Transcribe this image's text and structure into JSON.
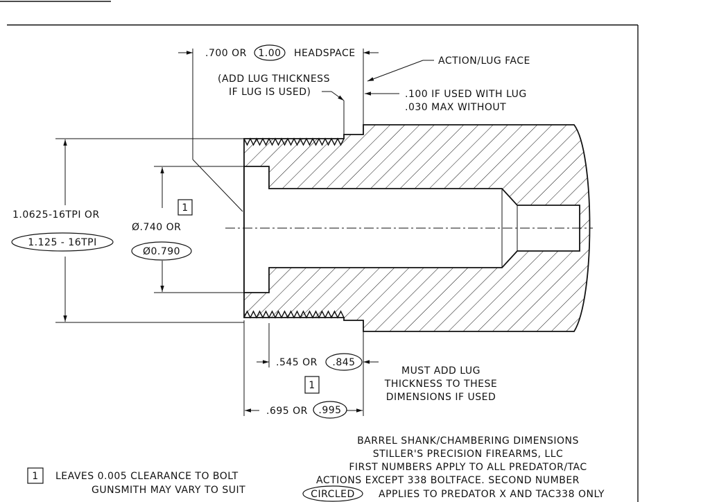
{
  "drawing": {
    "headspace": {
      "first": ".700 OR",
      "second": "1.00",
      "suffix": "HEADSPACE"
    },
    "lug_note": {
      "line1": "(ADD LUG THICKNESS",
      "line2": "IF LUG IS USED)"
    },
    "action_face_label": "ACTION/LUG FACE",
    "lug_gap_note": {
      "line1": ".100 IF USED WITH LUG",
      "line2": ".030 MAX WITHOUT"
    },
    "thread": {
      "first": "1.0625-16TPI OR",
      "second": "1.125 - 16TPI"
    },
    "counterbore": {
      "first": "Ø.740 OR",
      "second": "Ø0.790",
      "flag": "1"
    },
    "length_a": {
      "first": ".545 OR",
      "second": ".845"
    },
    "length_b": {
      "first": ".695 OR",
      "second": ".995"
    },
    "length_flag": "1",
    "lug_add_note": {
      "line1": "MUST ADD LUG",
      "line2": "THICKNESS TO THESE",
      "line3": "DIMENSIONS IF USED"
    },
    "title_block": {
      "line1": "BARREL SHANK/CHAMBERING DIMENSIONS",
      "line2": "STILLER'S PRECISION FIREARMS, LLC",
      "line3": "FIRST NUMBERS APPLY TO ALL PREDATOR/TAC",
      "line4": "ACTIONS EXCEPT 338 BOLTFACE.  SECOND NUMBER",
      "line5_circled": "CIRCLED",
      "line5_rest": "APPLIES TO PREDATOR X AND TAC338 ONLY"
    },
    "footnote": {
      "flag": "1",
      "line1": "LEAVES 0.005 CLEARANCE TO BOLT",
      "line2": "GUNSMITH MAY VARY TO SUIT"
    }
  }
}
